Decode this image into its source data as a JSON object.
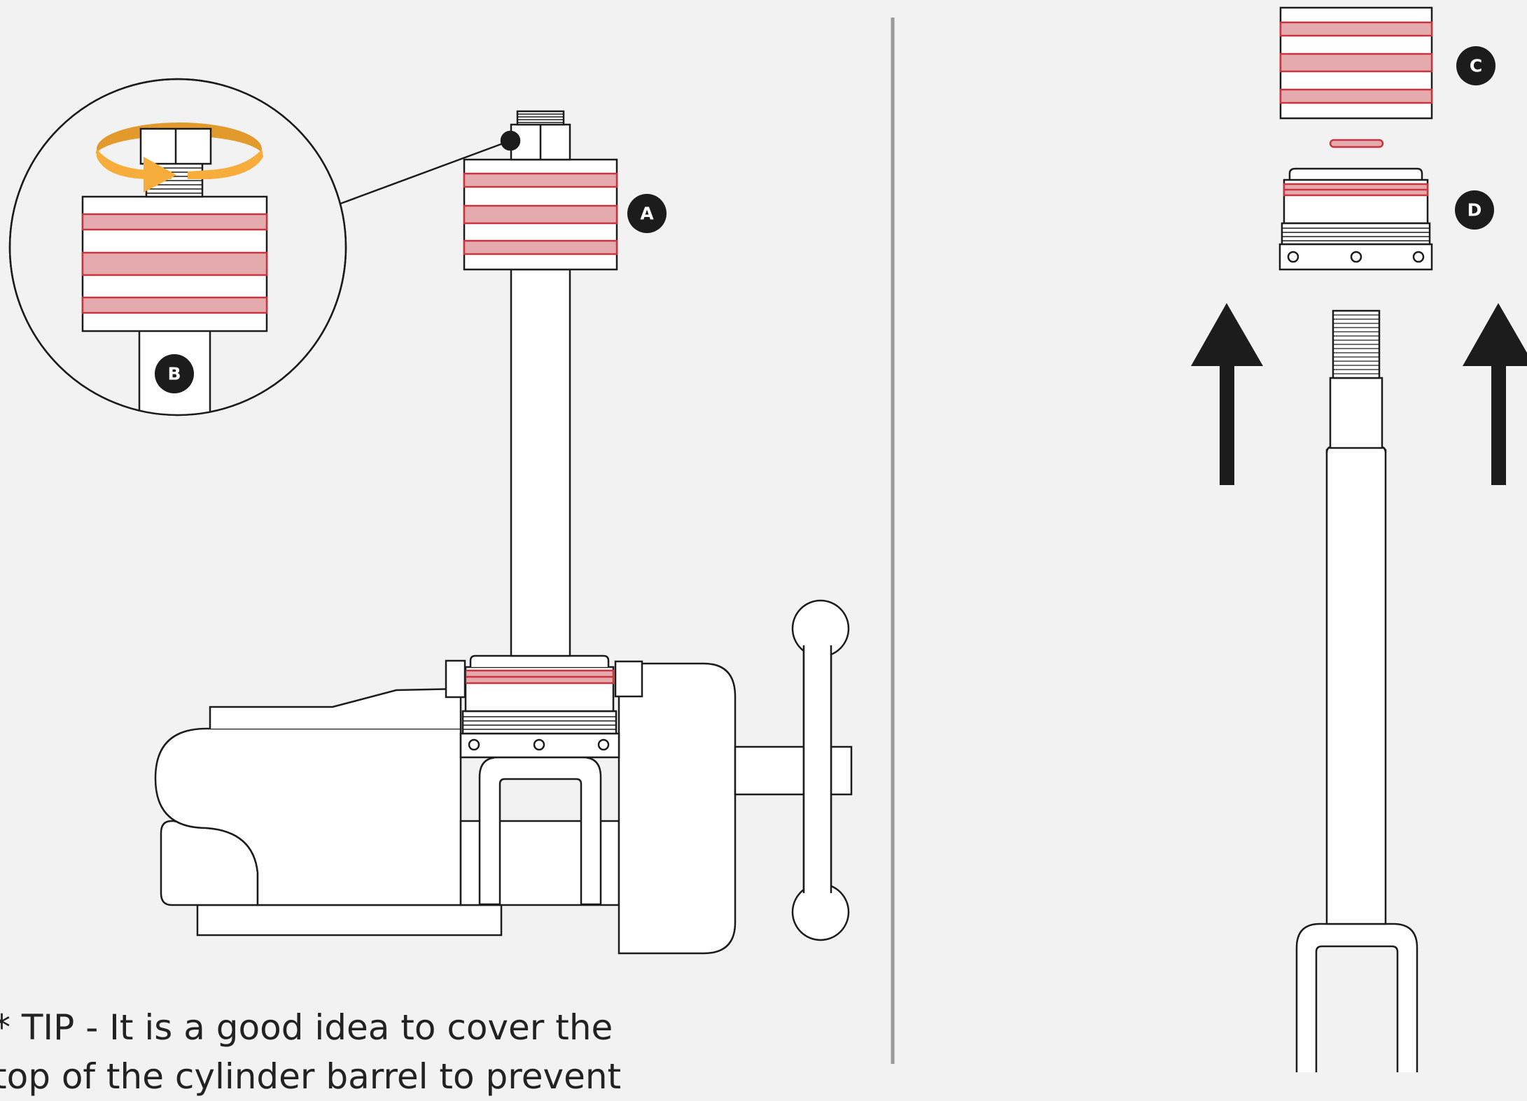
{
  "labels": {
    "a": "A",
    "b": "B",
    "c": "C",
    "d": "D"
  },
  "tip": {
    "line1": "* TIP - It is a good idea to cover the",
    "line2": "top of the cylinder barrel to prevent"
  },
  "colors": {
    "background": "#f2f2f2",
    "outline": "#1c1c1c",
    "band_fill": "#e5aaae",
    "band_stroke": "#c9353f",
    "rotation_arrow": "#f6ad3c",
    "label_circle": "#1c1c1c",
    "divider": "#9a9a9a"
  },
  "icons": {
    "rotation": "rotate-clockwise-arrow",
    "lift": "arrow-up-icon"
  }
}
